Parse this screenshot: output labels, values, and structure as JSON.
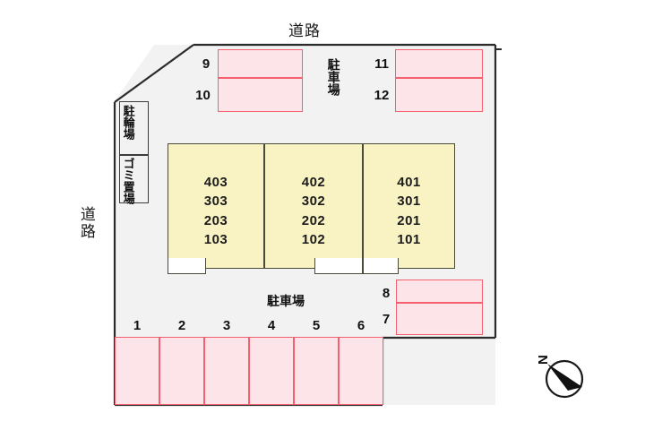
{
  "map": {
    "title": "apartment-site-plan",
    "colors": {
      "site_fill": "#f2f2f2",
      "building_fill": "#f9f3c4",
      "building_stroke": "#4a4a38",
      "stall_fill": "#fde4e9",
      "stall_stroke": "#f4606f",
      "boundary_stroke": "#2b2b2b",
      "text": "#111111"
    }
  },
  "roads": {
    "top_label": "道路",
    "left_label": "道路"
  },
  "parking_area_labels": {
    "north": "駐車場",
    "south": "駐車場"
  },
  "facilities": [
    {
      "name": "bicycle-parking",
      "label": "駐輪場"
    },
    {
      "name": "garbage-area",
      "label": "ゴミ置場"
    }
  ],
  "parking_stalls": {
    "south_row": [
      "1",
      "2",
      "3",
      "4",
      "5",
      "6"
    ],
    "east_lower": [
      "8",
      "7"
    ],
    "north_west": [
      "9",
      "10"
    ],
    "north_east": [
      "11",
      "12"
    ]
  },
  "buildings": [
    {
      "name": "block-west",
      "units": [
        "403",
        "303",
        "203",
        "103"
      ]
    },
    {
      "name": "block-center",
      "units": [
        "402",
        "302",
        "202",
        "102"
      ]
    },
    {
      "name": "block-east",
      "units": [
        "401",
        "301",
        "201",
        "101"
      ]
    }
  ],
  "compass": {
    "label": "N"
  }
}
